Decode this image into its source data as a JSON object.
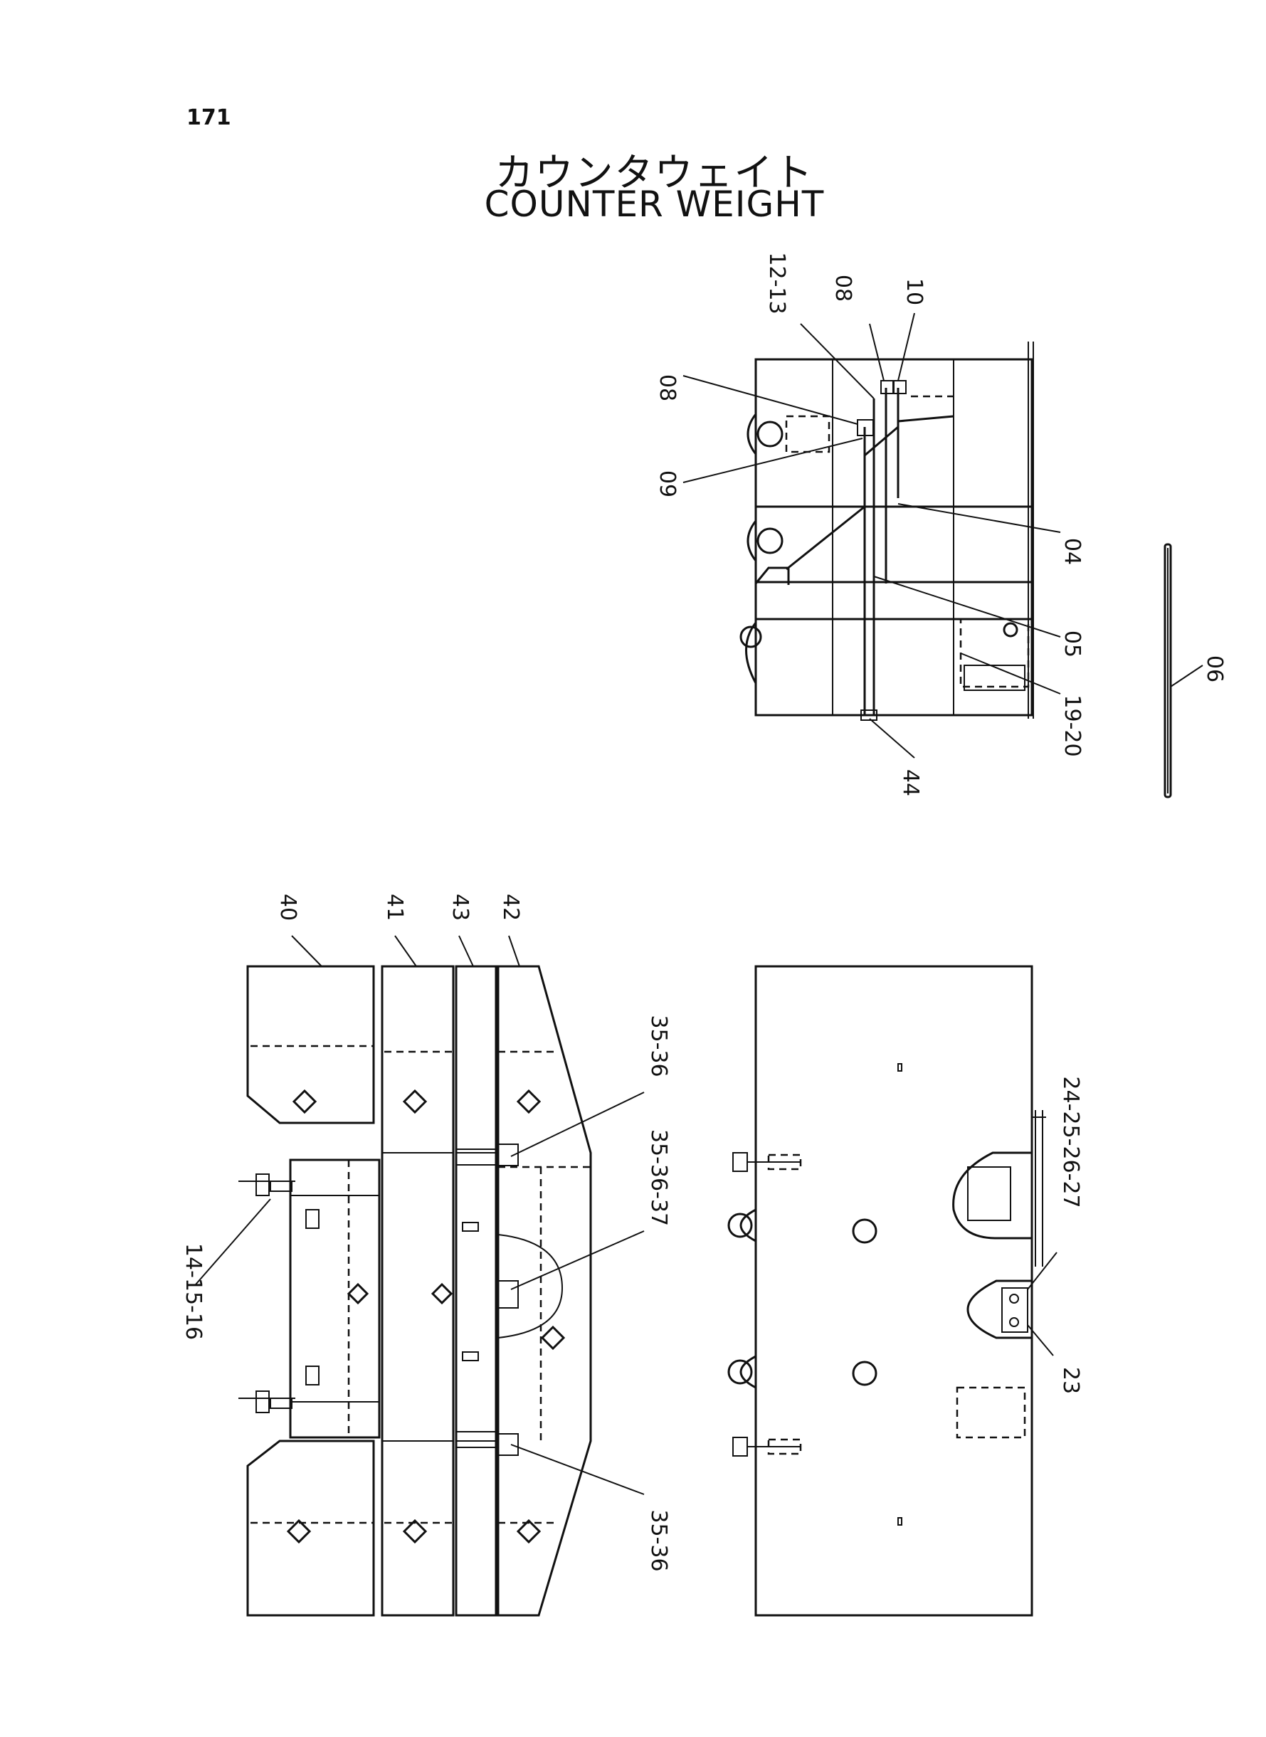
{
  "page": {
    "number": "171"
  },
  "title": {
    "japanese": "カウンタウェイト",
    "english": "COUNTER WEIGHT"
  },
  "callouts": {
    "c12_13": "12-13",
    "c08_top": "08",
    "c10": "10",
    "c08_left": "08",
    "c09": "09",
    "c04": "04",
    "c05": "05",
    "c19_20": "19-20",
    "c44": "44",
    "c06": "06",
    "c40": "40",
    "c41": "41",
    "c43": "43",
    "c42": "42",
    "c35_36_a": "35-36",
    "c35_36_37": "35-36-37",
    "c14_15_16": "14-15-16",
    "c35_36_b": "35-36",
    "c24_27": "24-25-26-27",
    "c23": "23"
  }
}
